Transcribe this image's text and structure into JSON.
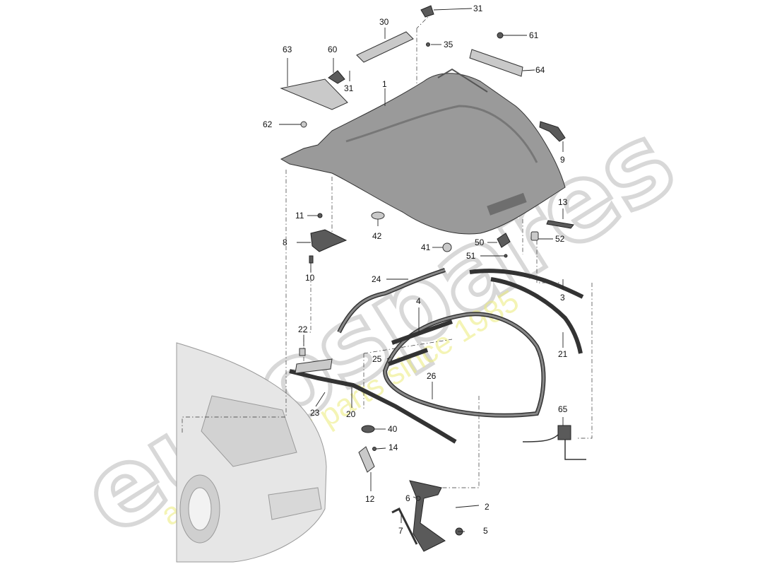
{
  "watermark": {
    "brand": "eurospares",
    "tagline": "a passion for parts since 1985"
  },
  "callouts": [
    {
      "id": "c1",
      "text": "1"
    },
    {
      "id": "c2",
      "text": "2"
    },
    {
      "id": "c3",
      "text": "3"
    },
    {
      "id": "c4",
      "text": "4"
    },
    {
      "id": "c5",
      "text": "5"
    },
    {
      "id": "c6",
      "text": "6"
    },
    {
      "id": "c7",
      "text": "7"
    },
    {
      "id": "c8",
      "text": "8"
    },
    {
      "id": "c9",
      "text": "9"
    },
    {
      "id": "c10",
      "text": "10"
    },
    {
      "id": "c11",
      "text": "11"
    },
    {
      "id": "c12",
      "text": "12"
    },
    {
      "id": "c13",
      "text": "13"
    },
    {
      "id": "c14",
      "text": "14"
    },
    {
      "id": "c20",
      "text": "20"
    },
    {
      "id": "c21",
      "text": "21"
    },
    {
      "id": "c22",
      "text": "22"
    },
    {
      "id": "c23",
      "text": "23"
    },
    {
      "id": "c24",
      "text": "24"
    },
    {
      "id": "c25",
      "text": "25"
    },
    {
      "id": "c26",
      "text": "26"
    },
    {
      "id": "c30",
      "text": "30"
    },
    {
      "id": "c31a",
      "text": "31"
    },
    {
      "id": "c31b",
      "text": "31"
    },
    {
      "id": "c35",
      "text": "35"
    },
    {
      "id": "c40",
      "text": "40"
    },
    {
      "id": "c41",
      "text": "41"
    },
    {
      "id": "c42",
      "text": "42"
    },
    {
      "id": "c50",
      "text": "50"
    },
    {
      "id": "c51",
      "text": "51"
    },
    {
      "id": "c52",
      "text": "52"
    },
    {
      "id": "c60",
      "text": "60"
    },
    {
      "id": "c61",
      "text": "61"
    },
    {
      "id": "c62",
      "text": "62"
    },
    {
      "id": "c63",
      "text": "63"
    },
    {
      "id": "c64",
      "text": "64"
    },
    {
      "id": "c65",
      "text": "65"
    }
  ]
}
